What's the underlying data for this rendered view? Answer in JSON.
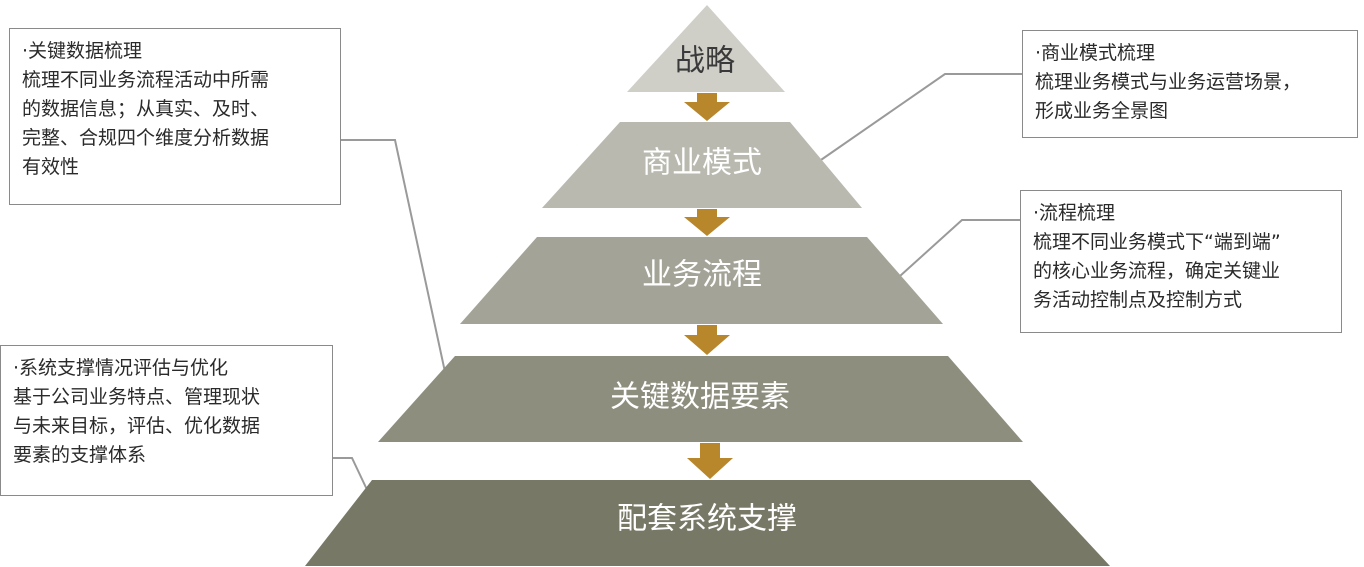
{
  "pyramid": {
    "layers": [
      {
        "label": "战略"
      },
      {
        "label": "商业模式"
      },
      {
        "label": "业务流程"
      },
      {
        "label": "关键数据要素"
      },
      {
        "label": "配套系统支撑"
      }
    ]
  },
  "callouts": {
    "key_data": {
      "title": "关键数据梳理",
      "lines": [
        "梳理不同业务流程活动中所需",
        "的数据信息；从真实、及时、",
        "完整、合规四个维度分析数据",
        "有效性"
      ]
    },
    "business_model": {
      "title": "商业模式梳理",
      "lines": [
        "梳理业务模式与业务运营场景，",
        "形成业务全景图"
      ]
    },
    "process": {
      "title": "流程梳理",
      "lines": [
        "梳理不同业务模式下“端到端”",
        "的核心业务流程，确定关键业",
        "务活动控制点及控制方式"
      ]
    },
    "system_support": {
      "title": "系统支撑情况评估与优化",
      "lines": [
        "基于公司业务特点、管理现状",
        "与未来目标，评估、优化数据",
        "要素的支撑体系"
      ]
    }
  },
  "colors": {
    "layer_1": "#cfcfc8",
    "layer_2": "#b9b9b0",
    "layer_3": "#a3a397",
    "layer_4": "#8e8e7f",
    "layer_5": "#787866",
    "arrow": "#b8862b",
    "connector": "#9a9a9a",
    "box_border": "#8a8a8a"
  }
}
